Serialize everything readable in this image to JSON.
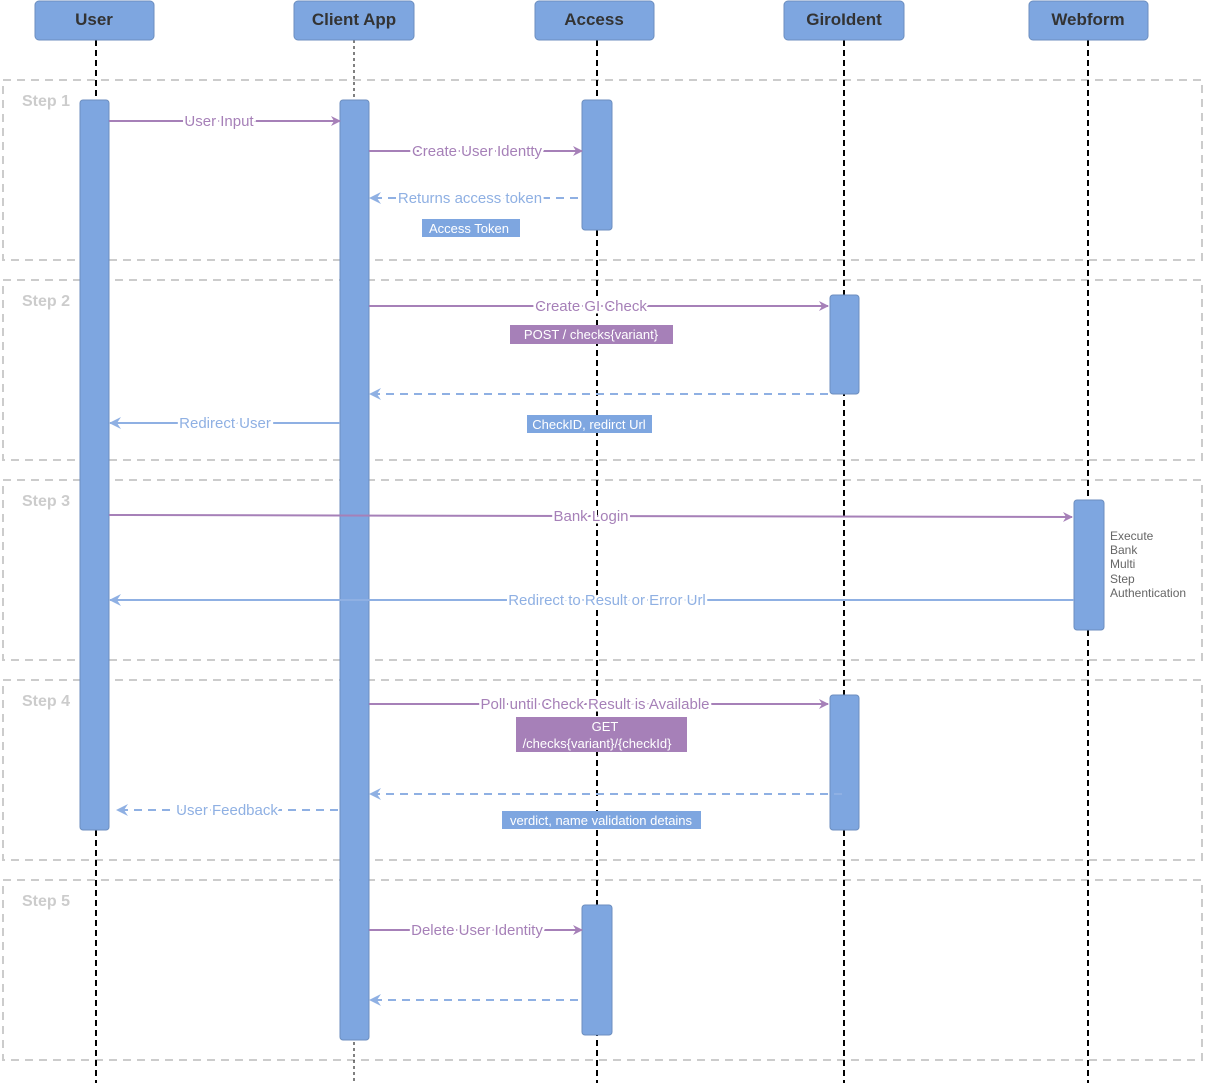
{
  "actors": [
    {
      "id": "user",
      "label": "User"
    },
    {
      "id": "client",
      "label": "Client App"
    },
    {
      "id": "access",
      "label": "Access"
    },
    {
      "id": "giro",
      "label": "GiroIdent"
    },
    {
      "id": "webform",
      "label": "Webform"
    }
  ],
  "steps": [
    {
      "label": "Step 1"
    },
    {
      "label": "Step 2"
    },
    {
      "label": "Step 3"
    },
    {
      "label": "Step 4"
    },
    {
      "label": "Step 5"
    }
  ],
  "messages": {
    "user_input": "User Input",
    "create_user_identity": "Create User Identty",
    "returns_access_token": "Returns access token",
    "create_gi_check": "Create GI Check",
    "redirect_user": "Redirect User",
    "bank_login": "Bank Login",
    "redirect_result": "Redirect to Result  or Error Url",
    "poll_until": "Poll until Check Result is Available",
    "user_feedback": "User Feedback",
    "delete_user_identity": "Delete User Identity"
  },
  "chips": {
    "access_token": "Access Token",
    "post_checks": "POST / checks{variant}",
    "checkid_redirect": "CheckID, redirct Url",
    "get_line1": "GET",
    "get_line2": "/checks{variant}/{checkId}",
    "verdict": "verdict, name validation detains"
  },
  "notes": {
    "webform_lines": [
      "Execute",
      "Bank",
      "Multi",
      "Step",
      "Authentication"
    ]
  },
  "colors": {
    "actor_fill": "#7ea6e0",
    "actor_stroke": "#6c8ebf",
    "request": "#a680b8",
    "response": "#8fb0e3",
    "chip_blue": "#7ea6e0",
    "chip_purple": "#a680b8",
    "step_border": "#cccccc"
  }
}
